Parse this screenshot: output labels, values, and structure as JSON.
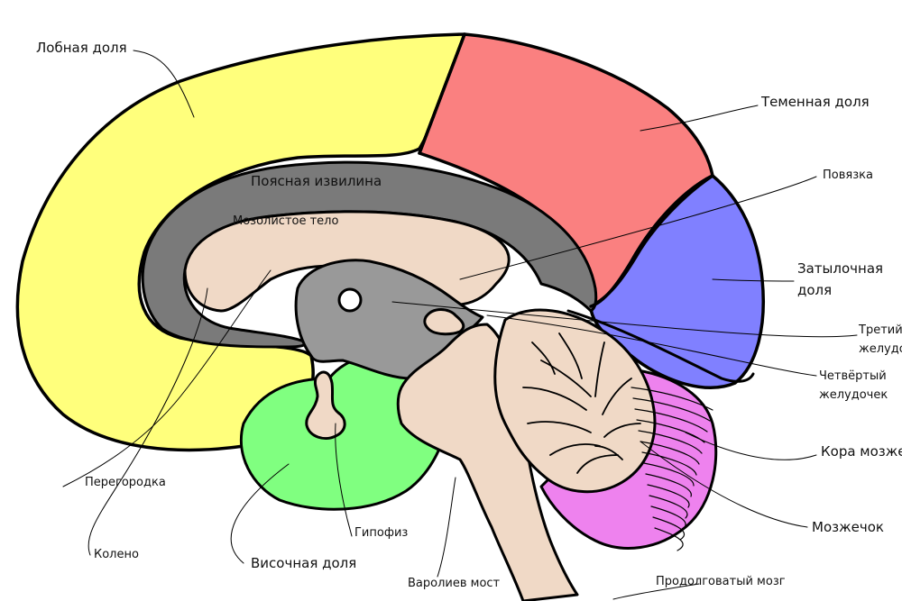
{
  "colors": {
    "frontal": "#ffff7c",
    "parietal": "#fa8080",
    "occipital": "#8080ff",
    "temporal": "#80ff80",
    "cingulate": "#7a7a7a",
    "corpus": "#f0d9c6",
    "cerebellum": "#f0d9c6",
    "cerebellar_cortex": "#ee82ee",
    "brainstem": "#f0d9c6",
    "thalamus": "#999999",
    "outline": "#000000"
  },
  "labels": {
    "frontal": "Лобная доля",
    "parietal": "Теменная доля",
    "fornix": "Повязка",
    "occipital_1": "Затылочная",
    "occipital_2": "доля",
    "third_ventricle_1": "Третий",
    "third_ventricle_2": "желудочек",
    "fourth_ventricle_1": "Четвёртый",
    "fourth_ventricle_2": "желудочек",
    "cerebellar_cortex": "Кора мозжечка",
    "cerebellum": "Мозжечок",
    "medulla": "Продолговатый мозг",
    "pons": "Варолиев мост",
    "temporal": "Височная доля",
    "pituitary": "Гипофиз",
    "genu": "Колено",
    "septum": "Перегородка",
    "cingulate": "Поясная извилина",
    "corpus_callosum": "Мозолистое тело"
  }
}
